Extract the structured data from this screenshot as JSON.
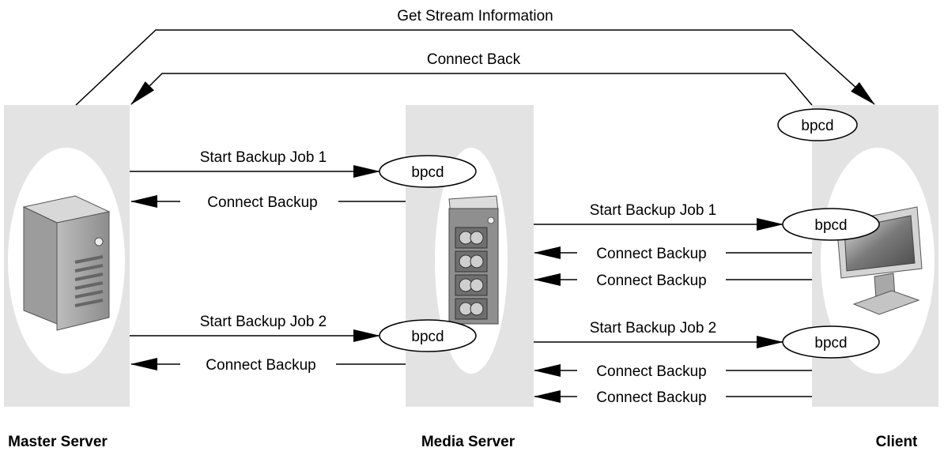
{
  "top_labels": {
    "get_stream": "Get Stream Information",
    "connect_back": "Connect Back"
  },
  "nodes": {
    "master": "Master Server",
    "media": "Media Server",
    "client": "Client"
  },
  "process": "bpcd",
  "master_media": {
    "job1": "Start Backup Job 1",
    "connect1": "Connect Backup",
    "job2": "Start Backup Job 2",
    "connect2": "Connect Backup"
  },
  "media_client": {
    "job1": "Start Backup Job 1",
    "connect1a": "Connect Backup",
    "connect1b": "Connect Backup",
    "job2": "Start Backup Job 2",
    "connect2a": "Connect Backup",
    "connect2b": "Connect Backup"
  },
  "colors": {
    "panel": "#e3e3e3",
    "line": "#000000"
  }
}
